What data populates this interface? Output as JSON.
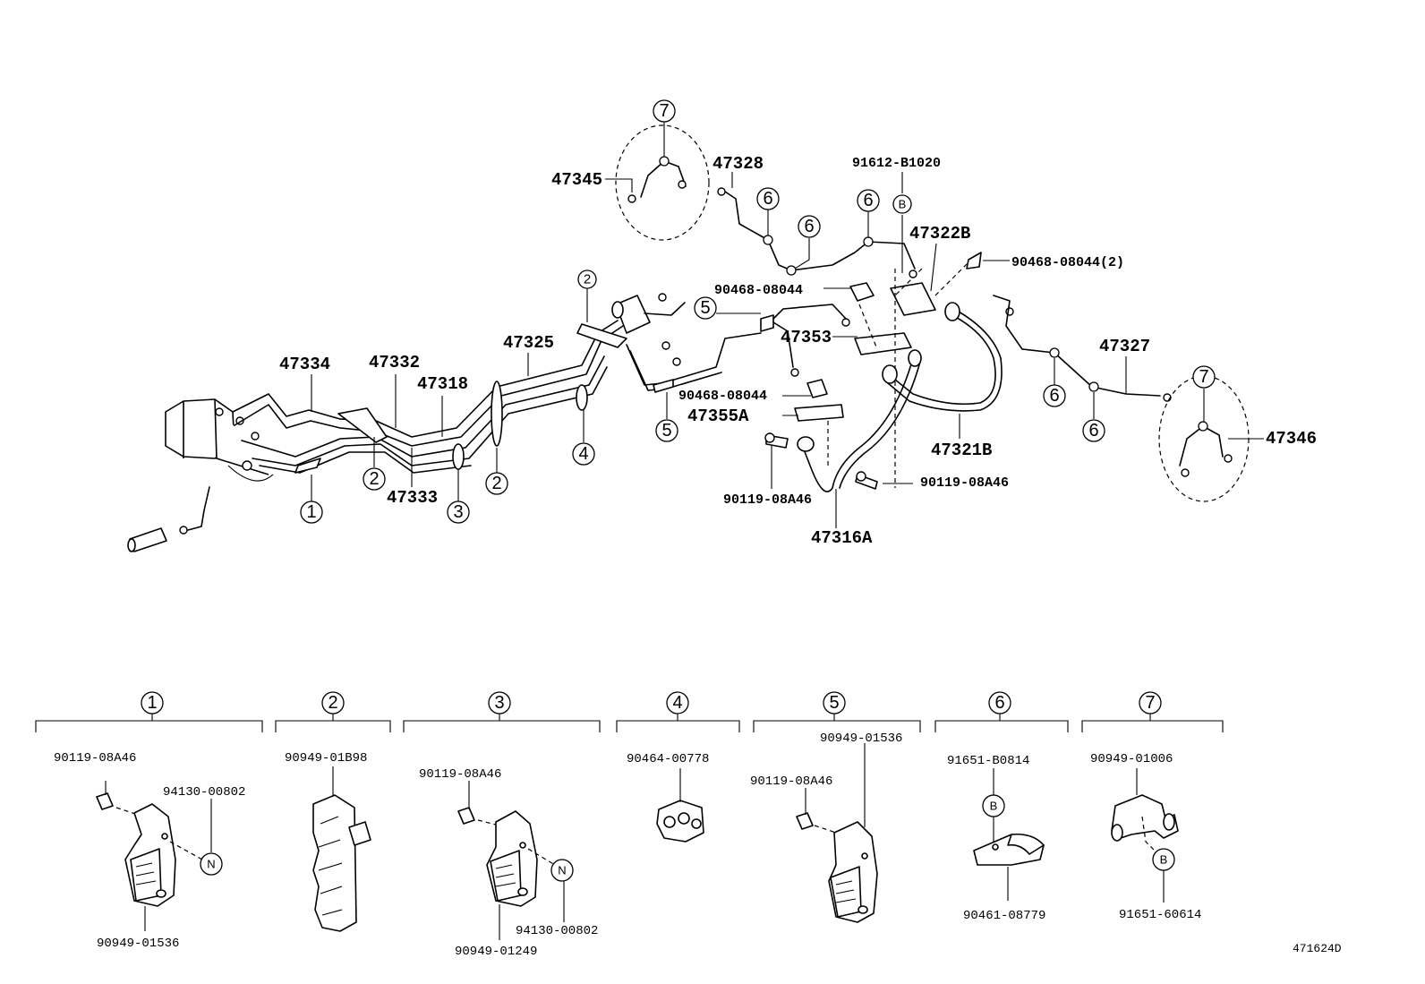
{
  "main_labels": {
    "p47345": "47345",
    "p47328": "47328",
    "p91612": "91612-B1020",
    "p47322B": "47322B",
    "p90468_2": "90468-08044(2)",
    "p90468_a": "90468-08044",
    "p47353": "47353",
    "p47327": "47327",
    "p47334": "47334",
    "p47332": "47332",
    "p47325": "47325",
    "p47318": "47318",
    "p90468_b": "90468-08044",
    "p47355A": "47355A",
    "p47321B": "47321B",
    "p90119_a": "90119-08A46",
    "p90119_b": "90119-08A46",
    "p47316A": "47316A",
    "p47333": "47333",
    "p47346": "47346"
  },
  "callouts": {
    "c1": "1",
    "c2": "2",
    "c3": "3",
    "c4": "4",
    "c5": "5",
    "c6": "6",
    "c7": "7",
    "bolt": "B",
    "nut": "N"
  },
  "details": {
    "d1": {
      "num": "1",
      "a": "90119-08A46",
      "b": "94130-00802",
      "c": "90949-01536"
    },
    "d2": {
      "num": "2",
      "a": "90949-01B98"
    },
    "d3": {
      "num": "3",
      "a": "90119-08A46",
      "b": "94130-00802",
      "c": "90949-01249"
    },
    "d4": {
      "num": "4",
      "a": "90464-00778"
    },
    "d5": {
      "num": "5",
      "a": "90949-01536",
      "b": "90119-08A46"
    },
    "d6": {
      "num": "6",
      "a": "91651-B0814",
      "b": "90461-08779"
    },
    "d7": {
      "num": "7",
      "a": "90949-01006",
      "b": "91651-60614"
    }
  },
  "figure_code": "471624D"
}
